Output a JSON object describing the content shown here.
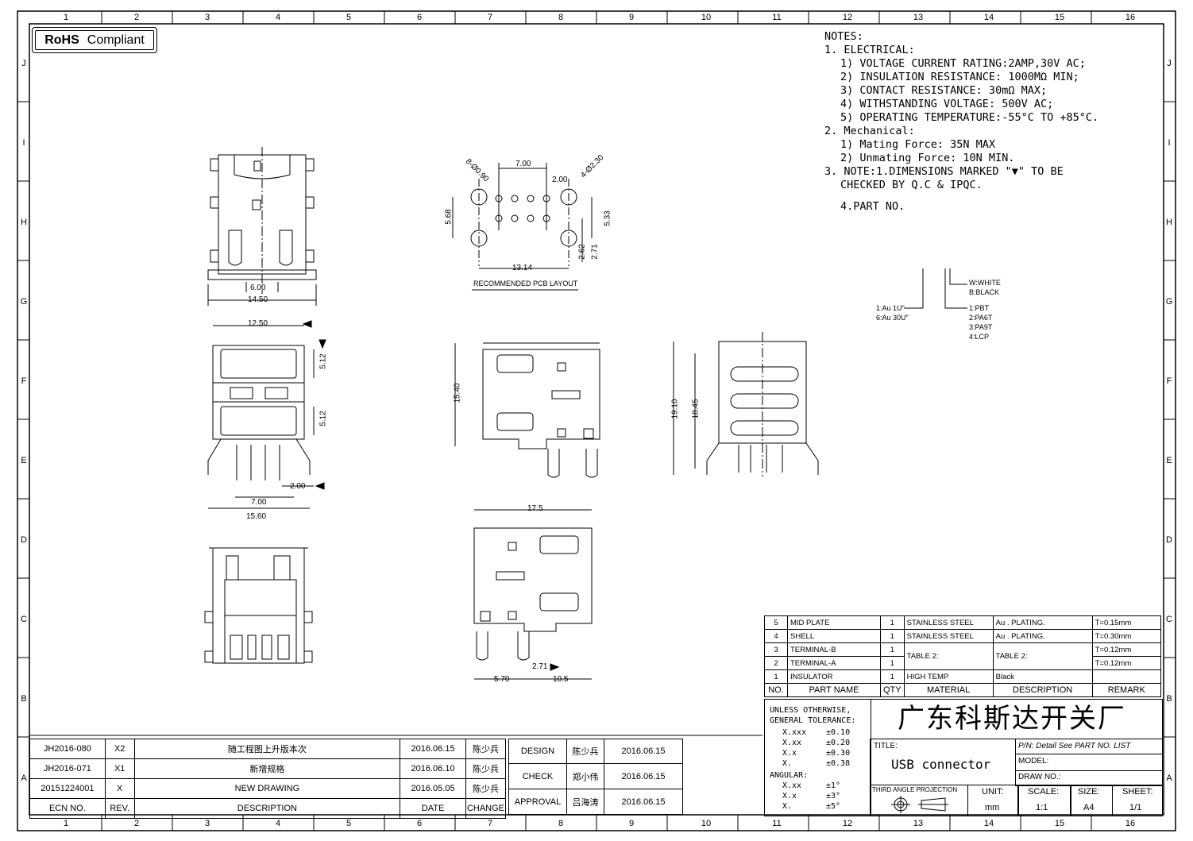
{
  "rohs": {
    "bold": "RoHS",
    "text": "Compliant"
  },
  "grid": {
    "numbers": [
      "1",
      "2",
      "3",
      "4",
      "5",
      "6",
      "7",
      "8",
      "9",
      "10",
      "11",
      "12",
      "13",
      "14",
      "15",
      "16"
    ],
    "letters": [
      "J",
      "I",
      "H",
      "G",
      "F",
      "E",
      "D",
      "C",
      "B",
      "A"
    ]
  },
  "notes": {
    "title": "NOTES:",
    "electrical": "1. ELECTRICAL:",
    "e1": "1) VOLTAGE CURRENT RATING:2AMP,30V AC;",
    "e2": "2) INSULATION RESISTANCE: 1000MΩ MIN;",
    "e3": "3) CONTACT RESISTANCE: 30mΩ MAX;",
    "e4": "4) WITHSTANDING VOLTAGE: 500V AC;",
    "e5": "5) OPERATING TEMPERATURE:-55°C TO +85°C.",
    "mechanical": "2. Mechanical:",
    "m1": "1) Mating Force:  35N MAX",
    "m2": "2) Unmating Force:  10N MIN.",
    "n3a": "3. NOTE:1.DIMENSIONS MARKED \"▼\" TO BE",
    "n3b": "CHECKED BY Q.C & IPQC.",
    "n4": "4.PART NO."
  },
  "part_no": {
    "color1": "W:WHITE",
    "color2": "B:BLACK",
    "plating1": "1:Au 1U\"",
    "plating2": "6:Au 30U\"",
    "mat1": "1:PBT",
    "mat2": "2:PA6T",
    "mat3": "3:PA9T",
    "mat4": "4:LCP"
  },
  "dims": {
    "d600": "6.00",
    "d1450": "14.50",
    "d1250": "12.50",
    "d512a": "5.12",
    "d512b": "5.12",
    "d200a": "2.00",
    "d700a": "7.00",
    "d1560": "15.60",
    "p700": "7.00",
    "p200": "2.00",
    "p890": "8-Ø0.90",
    "p230": "4-Ø2.30",
    "p568": "5.68",
    "p533": "5.33",
    "p262": "2.62",
    "p271": "2.71",
    "p1314": "13.14",
    "pcb_label": "RECOMMENDED PCB LAYOUT",
    "s1540": "15.40",
    "s1910": "19.10",
    "s1845": "18.45",
    "b175": "17.5",
    "b271": "2.71",
    "b570": "5.70",
    "b105": "10.5"
  },
  "bom": {
    "rows": [
      {
        "no": "5",
        "name": "MID PLATE",
        "qty": "1",
        "material": "STAINLESS STEEL",
        "desc": "Au . PLATING.",
        "remark": "T=0.15mm"
      },
      {
        "no": "4",
        "name": "SHELL",
        "qty": "1",
        "material": "STAINLESS STEEL",
        "desc": "Au . PLATING.",
        "remark": "T=0.30mm"
      },
      {
        "no": "3",
        "name": "TERMINAL-B",
        "qty": "1",
        "material": "TABLE 2:",
        "desc": "TABLE 2:",
        "remark": "T=0.12mm"
      },
      {
        "no": "2",
        "name": "TERMINAL-A",
        "qty": "1",
        "material": "",
        "desc": "",
        "remark": "T=0.12mm"
      },
      {
        "no": "1",
        "name": "INSULATOR",
        "qty": "1",
        "material": "HIGH TEMP",
        "desc": "Black",
        "remark": ""
      }
    ],
    "header": {
      "no": "NO.",
      "name": "PART NAME",
      "qty": "QTY",
      "material": "MATERIAL",
      "desc": "DESCRIPTION",
      "remark": "REMARK"
    }
  },
  "tolerance": {
    "l1": "UNLESS OTHERWISE,",
    "l2": "GENERAL TOLERANCE:",
    "r1a": "X.xxx",
    "r1b": "±0.10",
    "r2a": "X.xx",
    "r2b": "±0.20",
    "r3a": "X.x",
    "r3b": "±0.30",
    "r4a": "X.",
    "r4b": "±0.38",
    "ang": "ANGULAR:",
    "a1a": "X.xx",
    "a1b": "±1°",
    "a2a": "X.x",
    "a2b": "±3°",
    "a3a": "X.",
    "a3b": "±5°"
  },
  "title_block": {
    "company": "广东科斯达开关厂",
    "title_label": "TITLE:",
    "title": "USB connector",
    "pn_label": "P/N: Detail  See  PART  NO.  LIST",
    "model_label": "MODEL:",
    "draw_label": "DRAW  NO.:",
    "projection": "THIRD  ANGLE  PROJECTION",
    "unit_label": "UNIT:",
    "unit": "mm",
    "scale_label": "SCALE:",
    "scale": "1:1",
    "size_label": "SIZE:",
    "size": "A4",
    "sheet_label": "SHEET:",
    "sheet": "1/1"
  },
  "revisions": [
    {
      "ecn": "JH2016-080",
      "rev": "X2",
      "desc": "随工程图上升版本次",
      "date": "2016.06.15",
      "change": "陈少兵"
    },
    {
      "ecn": "JH2016-071",
      "rev": "X1",
      "desc": "新增规格",
      "date": "2016.06.10",
      "change": "陈少兵"
    },
    {
      "ecn": "20151224001",
      "rev": "X",
      "desc": "NEW DRAWING",
      "date": "2016.05.05",
      "change": "陈少兵"
    }
  ],
  "rev_header": {
    "ecn": "ECN  NO.",
    "rev": "REV.",
    "desc": "DESCRIPTION",
    "date": "DATE",
    "change": "CHANGE"
  },
  "approvals": [
    {
      "role": "DESIGN",
      "name": "陈少兵",
      "date": "2016.06.15"
    },
    {
      "role": "CHECK",
      "name": "郑小伟",
      "date": "2016.06.15"
    },
    {
      "role": "APPROVAL",
      "name": "吕海涛",
      "date": "2016.06.15"
    }
  ]
}
